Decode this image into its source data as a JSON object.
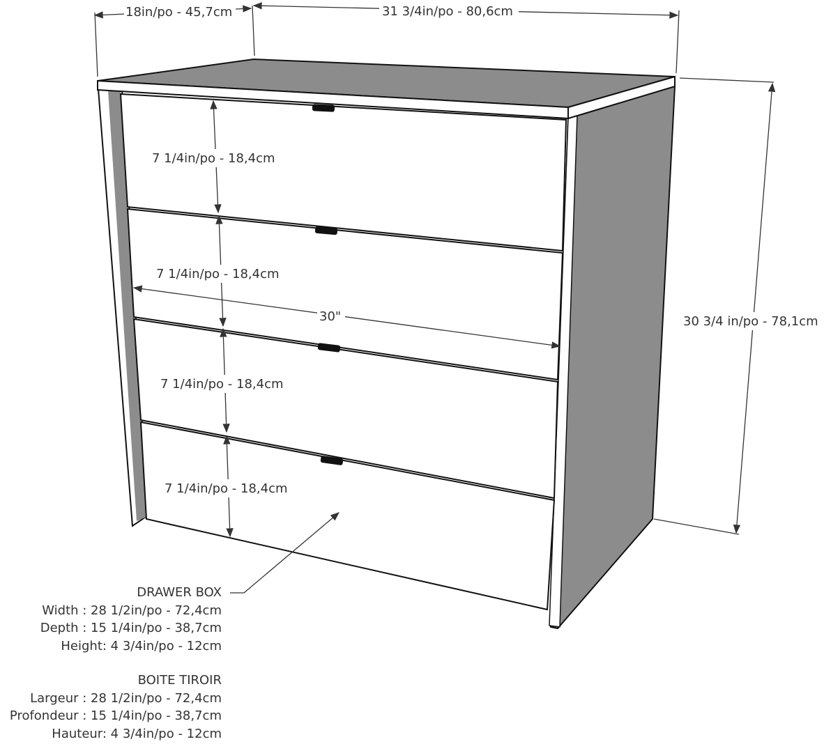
{
  "dimensions": {
    "depth": "18in/po - 45,7cm",
    "width": "31 3/4in/po - 80,6cm",
    "height": "30 3/4 in/po - 78,1cm",
    "inner_width": "30\"",
    "drawer_heights": [
      "7 1/4in/po - 18,4cm",
      "7 1/4in/po - 18,4cm",
      "7 1/4in/po - 18,4cm",
      "7 1/4in/po - 18,4cm"
    ]
  },
  "drawer_box_en": {
    "title": "DRAWER BOX",
    "lines": [
      "Width : 28 1/2in/po - 72,4cm",
      "Depth : 15 1/4in/po - 38,7cm",
      "Height: 4 3/4in/po - 12cm"
    ]
  },
  "drawer_box_fr": {
    "title": "BOITE TIROIR",
    "lines": [
      "Largeur : 28 1/2in/po - 72,4cm",
      "Profondeur : 15 1/4in/po - 38,7cm",
      "Hauteur: 4 3/4in/po - 12cm"
    ]
  },
  "colors": {
    "panel": "#8c8c8c",
    "front": "#ffffff",
    "line": "#111111"
  }
}
